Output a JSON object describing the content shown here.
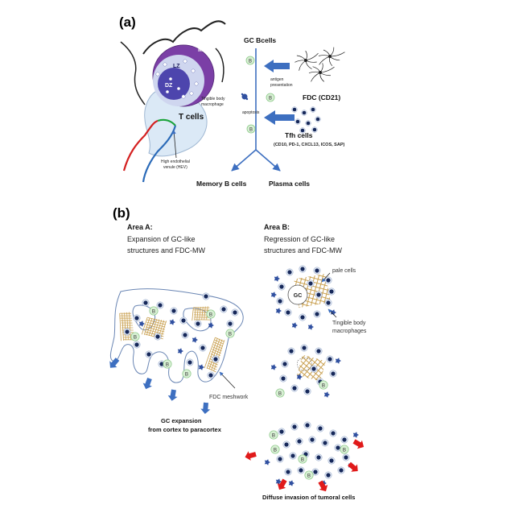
{
  "panel_a": {
    "label": "(a)",
    "mz": "MZ",
    "lz": "LZ",
    "dz": "DZ",
    "tingible_body": [
      "Tingible body",
      "macrophage"
    ],
    "t_cells": "T cells",
    "hev": [
      "High endothelial",
      "venule (HEV)"
    ],
    "gc_bcells": "GC Bcells",
    "antigen": [
      "antigen",
      "presentation"
    ],
    "apoptosis": "apoptosis",
    "fdc": "FDC (CD21)",
    "tfh": "Tfh cells",
    "tfh_markers": "(CD10, PD-1, CXCL13, ICOS, SAP)",
    "memory_b": "Memory B cells",
    "plasma": "Plasma cells",
    "b_letter": "B"
  },
  "panel_b": {
    "label": "(b)",
    "area_a_title": "Area A:",
    "area_a_desc": [
      "Expansion of GC-like",
      "structures and FDC-MW"
    ],
    "area_b_title": "Area B:",
    "area_b_desc": [
      "Regression of GC-like",
      "structures and FDC-MW"
    ],
    "pale_cells": "pale cells",
    "gc": "GC",
    "tingible": [
      "Tingible body",
      "macrophages"
    ],
    "fdc_meshwork": "FDC meshwork",
    "gc_expansion": [
      "GC expansion",
      "from cortex to paracortex"
    ],
    "diffuse": "Diffuse invasion of tumoral cells",
    "b_letter": "B"
  },
  "colors": {
    "mz": "#7b3fa6",
    "dz": "#4d45ad",
    "paracortex": "#dbe9f6",
    "arrow_blue": "#3d6fc0",
    "hev_red": "#d42020",
    "hev_green": "#1aa33a",
    "hev_blue": "#2a6ab8",
    "cell_dark": "#16285a",
    "b_cell_fill": "#d8f0d4",
    "mesh": "#c9a050",
    "blast": "#3050a0",
    "red_arrow": "#e01a1a"
  }
}
